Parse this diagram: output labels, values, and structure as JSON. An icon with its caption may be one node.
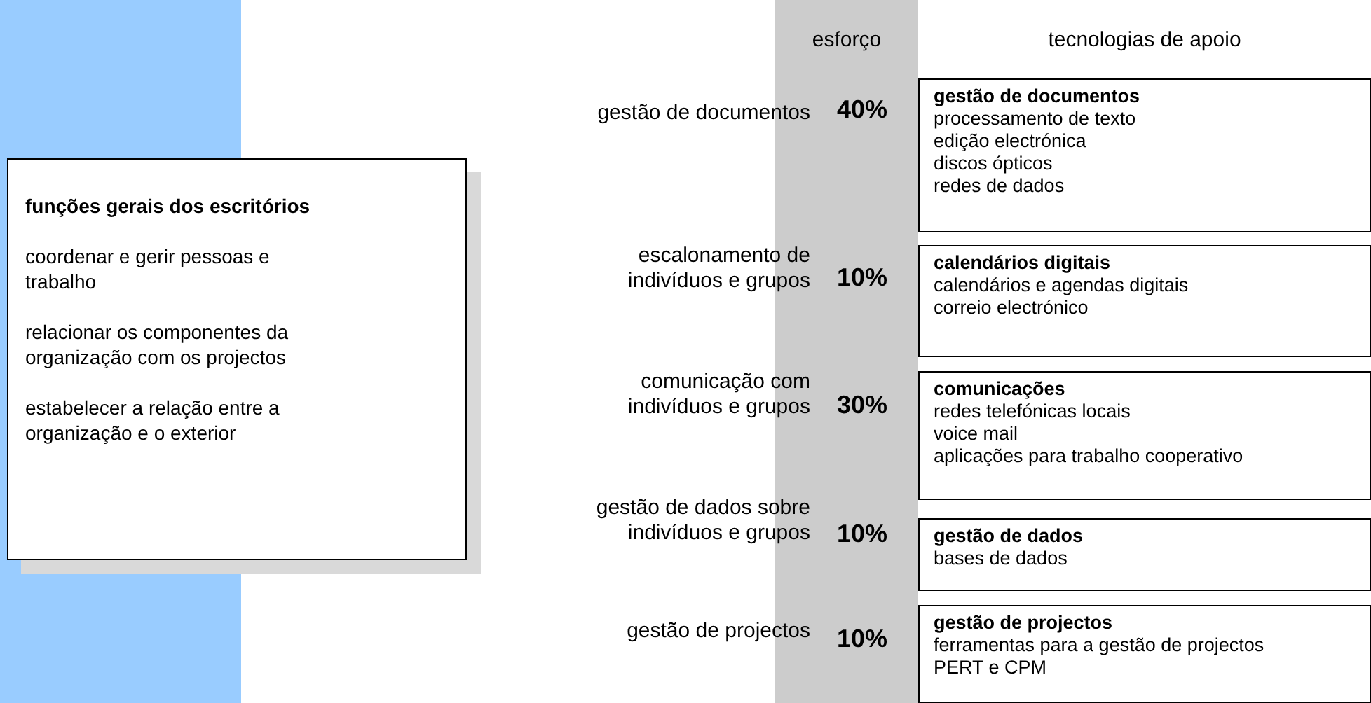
{
  "diagram": {
    "nodes": [
      {
        "text": [
          "funções gerais dos escritórios",
          "coordenar e gerir pessoas e trabalho",
          "relacionar os componentes da organização com os projectos",
          "estabelecer a relação entre a organização e o exterior"
        ]
      },
      {
        "text": [
          "esforço",
          "40%",
          "10%",
          "30%",
          "10%",
          "10%"
        ]
      },
      {
        "text": [
          "gestão de documentos",
          "processamento de texto",
          "edição electrónica",
          "discos ópticos",
          "redes de dados"
        ]
      },
      {
        "text": [
          "calendários digitais",
          "calendários e agendas digitais",
          "correio electrónico"
        ]
      },
      {
        "text": [
          "comunicações",
          "redes telefónicas locais",
          "voice mail",
          "aplicações para trabalho cooperativo"
        ]
      },
      {
        "text": [
          "gestão de dados",
          "bases de dados"
        ]
      },
      {
        "text": [
          "gestão de projectos",
          "ferramentas para a gestão de projectos",
          "PERT e CPM"
        ]
      }
    ],
    "edges": [],
    "labels": [
      "tecnologias de apoio",
      "gestão de documentos",
      "escalonamento de indivíduos e grupos",
      "comunicação com indivíduos e grupos",
      "gestão de dados sobre indivíduos e grupos",
      "gestão de projectos"
    ]
  }
}
